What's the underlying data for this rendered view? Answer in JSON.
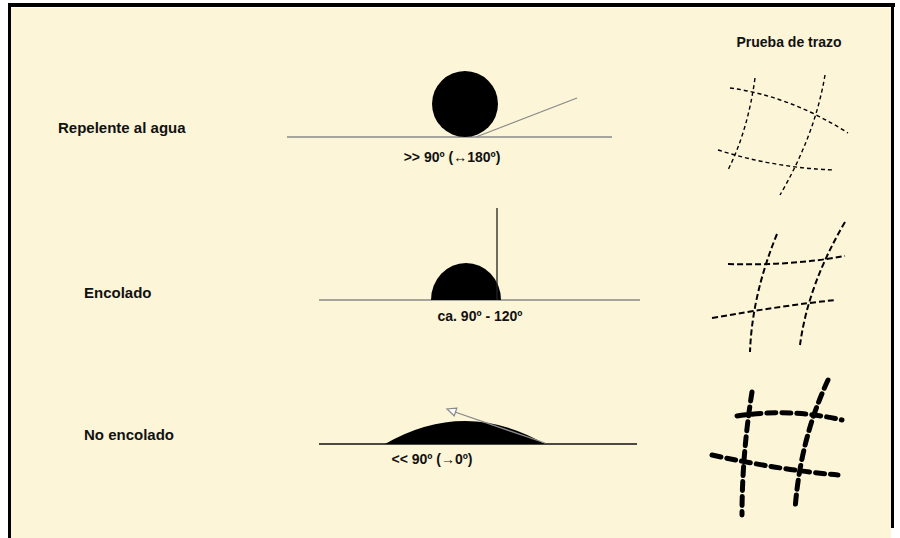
{
  "diagram": {
    "labels": [
      "Prueba de trazo",
      "Repelente al agua",
      ">> 90º (↔180º)",
      "Encolado",
      "ca. 90º - 120º",
      "No encolado",
      "<< 90º (→0º)"
    ]
  }
}
